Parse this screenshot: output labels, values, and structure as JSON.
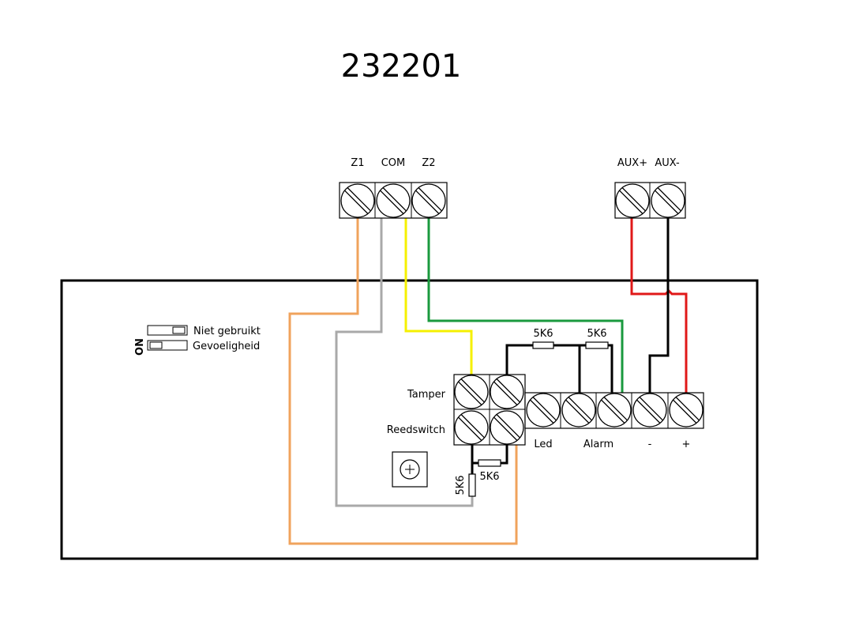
{
  "title": "232201",
  "terminals": {
    "z1": "Z1",
    "com": "COM",
    "z2": "Z2",
    "aux_plus": "AUX+",
    "aux_minus": "AUX-"
  },
  "dip_switch": {
    "on_label": "ON",
    "switch1": "Niet gebruikt",
    "switch2": "Gevoeligheid"
  },
  "board_labels": {
    "tamper": "Tamper",
    "reedswitch": "Reedswitch",
    "led": "Led",
    "alarm": "Alarm",
    "minus": "-",
    "plus": "+"
  },
  "resistors": {
    "r1": "5K6",
    "r2": "5K6",
    "r3": "5K6",
    "r4": "5K6"
  },
  "wire_colors": {
    "orange": "#f0a35c",
    "gray": "#a9a9a9",
    "yellow": "#ffff00",
    "green": "#1a9a3e",
    "red": "#e01818",
    "black": "#000000"
  }
}
